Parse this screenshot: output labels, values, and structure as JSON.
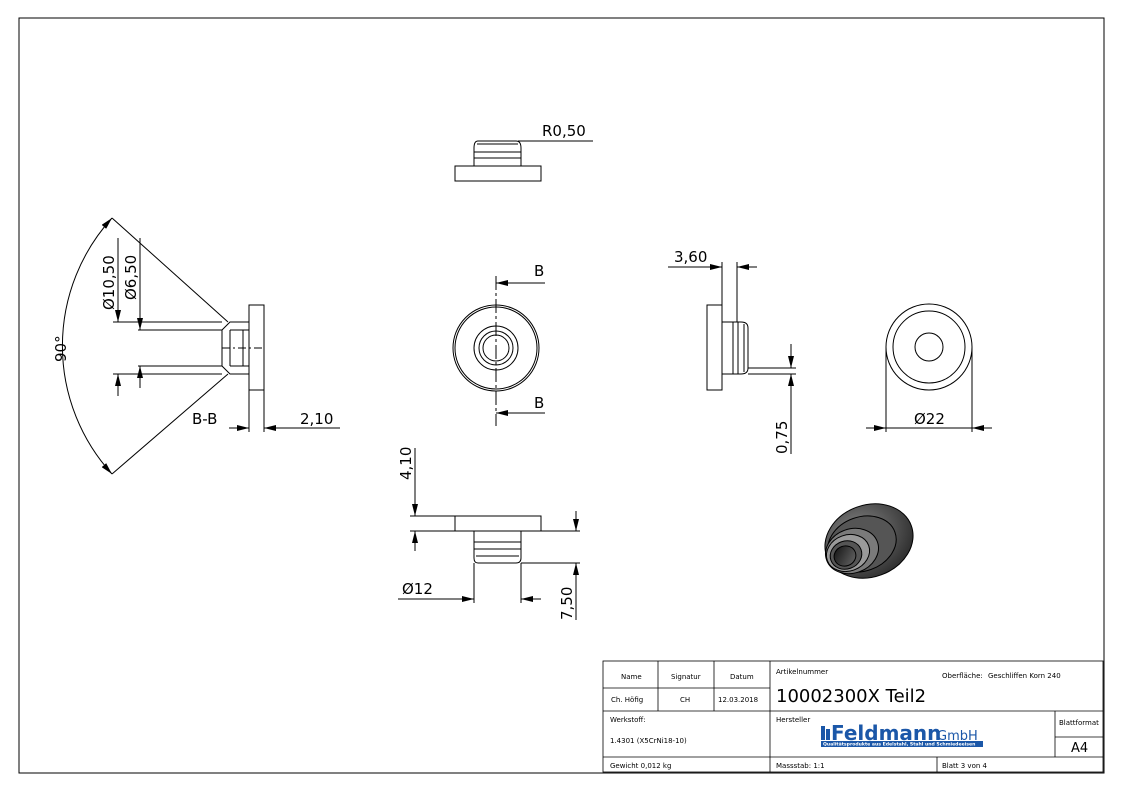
{
  "dimensions": {
    "r050": "R0,50",
    "d1050": "Ø10,50",
    "d650": "Ø6,50",
    "angle90": "90°",
    "bb": "B-B",
    "d210": "2,10",
    "b_top": "B",
    "b_bottom": "B",
    "d360": "3,60",
    "d075": "0,75",
    "d22": "Ø22",
    "d410": "4,10",
    "d12": "Ø12",
    "d750": "7,50"
  },
  "title_block": {
    "name_header": "Name",
    "signatur_header": "Signatur",
    "datum_header": "Datum",
    "name": "Ch. Höfig",
    "signatur": "CH",
    "datum": "12.03.2018",
    "artikelnummer_label": "Artikelnummer",
    "oberflaeche_label": "Oberfläche:",
    "oberflaeche_value": "Geschliffen Korn 240",
    "artikelnummer": "10002300X Teil2",
    "werkstoff_label": "Werkstoff:",
    "werkstoff": "1.4301 (X5CrNi18-10)",
    "hersteller_label": "Hersteller",
    "brand_main": "Feldmann",
    "brand_suffix": "GmbH",
    "brand_tagline": "Qualitätsprodukte aus Edelstahl, Stahl und Schmiedeeisen",
    "blattformat_label": "Blattformat",
    "blattformat": "A4",
    "gewicht": "Gewicht 0,012 kg",
    "massstab": "Massstab: 1:1",
    "blatt": "Blatt 3 von 4"
  }
}
